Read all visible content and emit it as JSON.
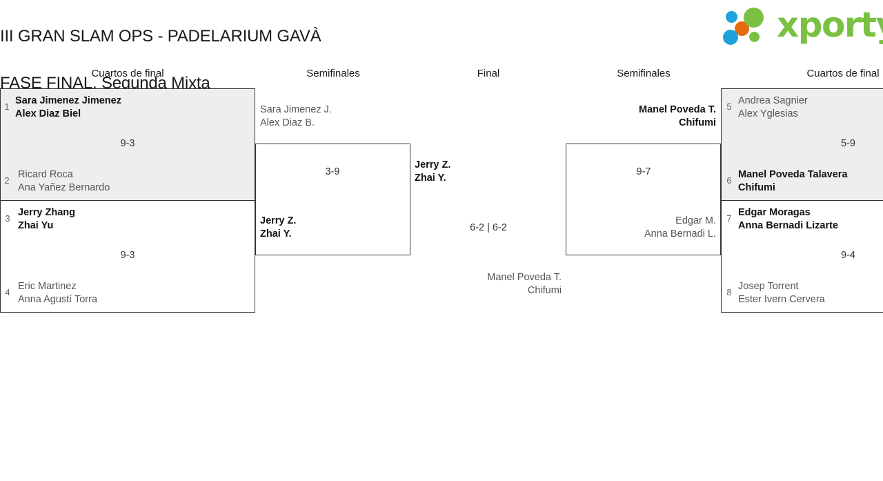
{
  "header": {
    "title_line1": "III GRAN SLAM OPS - PADELARIUM GAVÀ",
    "title_line2": "FASE FINAL. Segunda Mixta",
    "logo_text": "xporty",
    "logo_colors": {
      "green": "#7ac143",
      "blue": "#1ea1dc",
      "orange": "#e8690b"
    }
  },
  "columns": {
    "qf_left": "Cuartos de final",
    "sf_left": "Semifinales",
    "final": "Final",
    "sf_right": "Semifinales",
    "qf_right": "Cuartos de final"
  },
  "bracket": {
    "qf_left": [
      {
        "score": "9-3",
        "top": {
          "seed": "1",
          "line1": "Sara Jimenez Jimenez",
          "line2": "Alex Diaz Biel",
          "winner": true
        },
        "bottom": {
          "seed": "2",
          "line1": "Ricard Roca",
          "line2": "Ana Yañez Bernardo",
          "winner": false
        }
      },
      {
        "score": "9-3",
        "top": {
          "seed": "3",
          "line1": "Jerry Zhang",
          "line2": "Zhai Yu",
          "winner": true
        },
        "bottom": {
          "seed": "4",
          "line1": "Eric Martinez",
          "line2": "Anna Agustí Torra",
          "winner": false
        }
      }
    ],
    "qf_right": [
      {
        "score": "5-9",
        "top": {
          "seed": "5",
          "line1": "Andrea Sagnier",
          "line2": "Alex Yglesias",
          "winner": false
        },
        "bottom": {
          "seed": "6",
          "line1": "Manel Poveda Talavera",
          "line2": "Chifumi",
          "winner": true
        }
      },
      {
        "score": "9-4",
        "top": {
          "seed": "7",
          "line1": "Edgar Moragas",
          "line2": "Anna Bernadi Lizarte",
          "winner": true
        },
        "bottom": {
          "seed": "8",
          "line1": "Josep Torrent",
          "line2": "Ester Ivern Cervera",
          "winner": false
        }
      }
    ],
    "sf_left": {
      "score": "3-9",
      "top": {
        "line1": "Sara Jimenez J.",
        "line2": "Alex Diaz B.",
        "winner": false
      },
      "bottom": {
        "line1": "Jerry Z.",
        "line2": "Zhai Y.",
        "winner": true
      }
    },
    "sf_right": {
      "score": "9-7",
      "top": {
        "line1": "Manel Poveda T.",
        "line2": "Chifumi",
        "winner": true
      },
      "bottom": {
        "line1": "Edgar M.",
        "line2": "Anna Bernadi L.",
        "winner": false
      }
    },
    "final": {
      "score": "6-2 | 6-2",
      "top": {
        "line1": "Jerry Z.",
        "line2": "Zhai Y.",
        "winner": true
      },
      "bottom": {
        "line1": "Manel Poveda T.",
        "line2": "Chifumi",
        "winner": false
      }
    }
  }
}
